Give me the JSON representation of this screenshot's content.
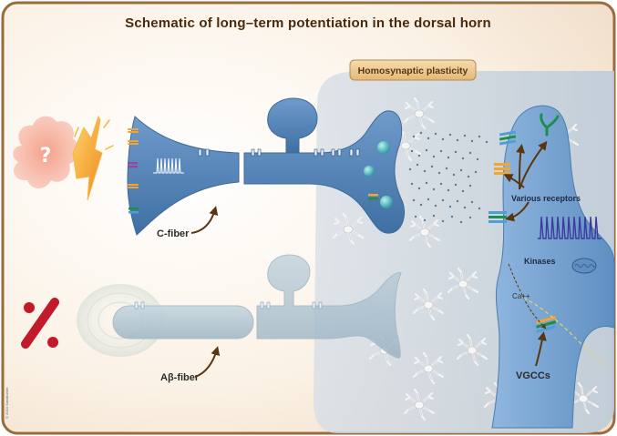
{
  "title": "Schematic of long–term potentiation in the dorsal horn",
  "labels": {
    "homosynaptic": "Homosynaptic plasticity",
    "c_fiber": "C-fiber",
    "ab_fiber": "Aβ-fiber",
    "various_receptors": "Various receptors",
    "kinases": "Kinases",
    "calcium": "Ca++",
    "vgccs": "VGCCs",
    "question_mark": "?",
    "copyright": "© 2010 Sandkühler"
  },
  "colors": {
    "frame": "#9a6b3e",
    "background": "#fbf3ea",
    "dorsal_horn": "#cfd9e4",
    "fiber_blue": "#4f7fb3",
    "fiber_faded": "#a9bcc9",
    "badge": "#f0cf9a",
    "arrow": "#5a3511",
    "glia": "#ededed",
    "red_symbol": "#c2192b",
    "lightning": "#f2a031",
    "cloud": "#ef8a74"
  },
  "icons": [
    "question-cloud-icon",
    "lightning-icon",
    "strikethrough-percent-icon",
    "glial-cell-icon",
    "spike-train-icon",
    "mitochondrion-icon",
    "y-receptor-icon"
  ]
}
